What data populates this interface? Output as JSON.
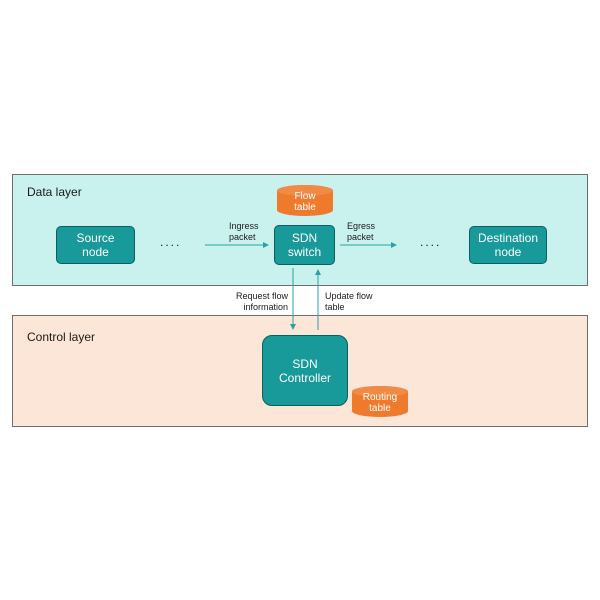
{
  "layers": {
    "data_title": "Data layer",
    "control_title": "Control layer"
  },
  "nodes": {
    "source": "Source\nnode",
    "switch": "SDN\nswitch",
    "destination": "Destination\nnode",
    "controller": "SDN\nController"
  },
  "databases": {
    "flow_table": "Flow\ntable",
    "routing_table": "Routing\ntable"
  },
  "labels": {
    "ingress": "Ingress\npacket",
    "egress": "Egress\npacket",
    "request": "Request flow\ninformation",
    "update": "Update flow\ntable",
    "dots_left": "....",
    "dots_right": "...."
  },
  "colors": {
    "data_layer_bg": "#c9f2ef",
    "control_layer_bg": "#fbe6d7",
    "node_fill": "#18999a",
    "database_fill": "#ef7a2c",
    "arrow": "#2aa3a0"
  }
}
